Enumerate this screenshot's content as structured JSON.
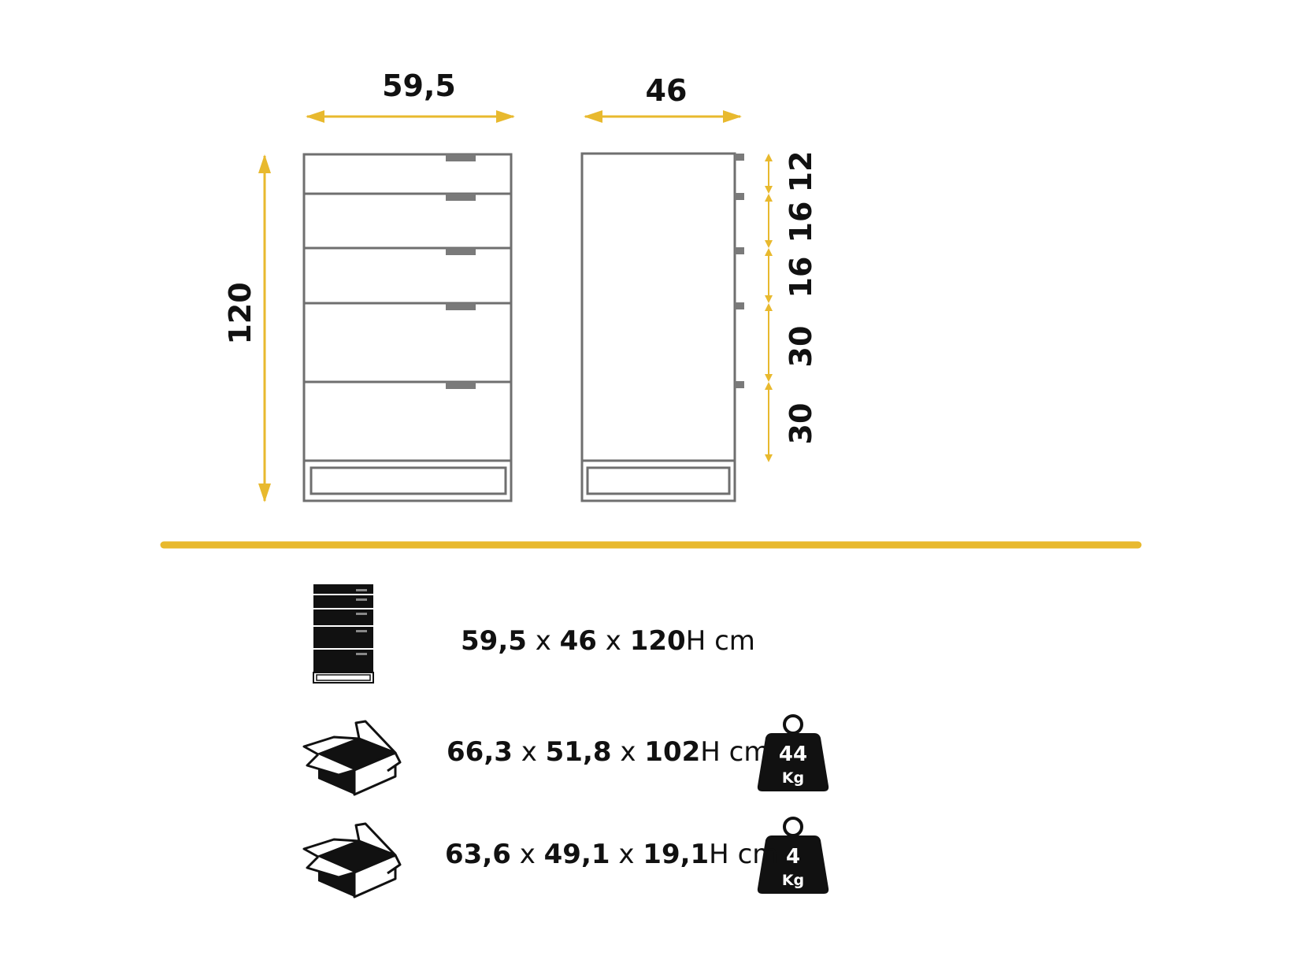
{
  "drawing": {
    "front_width": "59,5",
    "side_depth": "46",
    "total_height": "120",
    "drawer_heights": [
      "12",
      "16",
      "16",
      "30",
      "30"
    ]
  },
  "specs": [
    {
      "w": "59,5",
      "d": "46",
      "h": "120",
      "hmark": "H",
      "unit": "cm",
      "icon": "chest-of-drawers-icon"
    },
    {
      "w": "66,3",
      "d": "51,8",
      "h": "102",
      "hmark": "H",
      "unit": "cm",
      "icon": "open-box-icon",
      "weight": "44",
      "weight_unit": "Kg"
    },
    {
      "w": "63,6",
      "d": "49,1",
      "h": "19,1",
      "hmark": "H",
      "unit": "cm",
      "icon": "open-box-icon",
      "weight": "4",
      "weight_unit": "Kg"
    }
  ],
  "separator": "x",
  "colors": {
    "accent": "#E8B92E",
    "outline": "#6F6F6F",
    "icon": "#111111"
  }
}
